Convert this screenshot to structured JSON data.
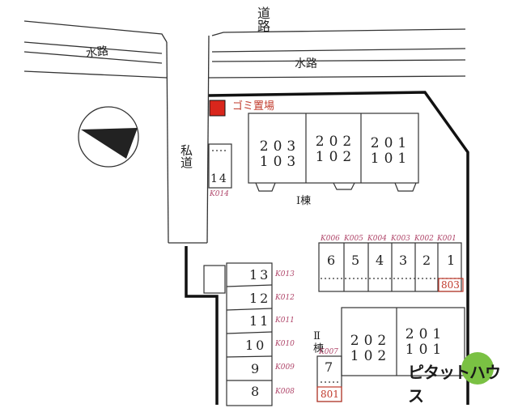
{
  "labels": {
    "road_top": "道路",
    "waterway_left": "水路",
    "waterway_right": "水路",
    "private_road": "私道",
    "garbage": "ゴミ置場",
    "building1": "Ⅰ棟",
    "building2": "Ⅱ棟"
  },
  "building1_rooms": [
    {
      "top": "203",
      "bottom": "103"
    },
    {
      "top": "202",
      "bottom": "102"
    },
    {
      "top": "201",
      "bottom": "101"
    }
  ],
  "building2_rooms": [
    {
      "top": "202",
      "bottom": "102"
    },
    {
      "top": "201",
      "bottom": "101"
    }
  ],
  "parking_top": {
    "spaces": [
      "6",
      "5",
      "4",
      "3",
      "2",
      "1"
    ],
    "codes": [
      "K006",
      "K005",
      "K004",
      "K003",
      "K002",
      "K001"
    ],
    "assigned": "803"
  },
  "parking_left": {
    "spaces": [
      "13",
      "12",
      "11",
      "10",
      "9",
      "8"
    ],
    "codes": [
      "K013",
      "K012",
      "K011",
      "K010",
      "K009",
      "K008"
    ]
  },
  "parking_7": {
    "space": "7",
    "code": "K007",
    "assigned": "801"
  },
  "parking_14": {
    "space": "14",
    "code": "K014"
  },
  "colors": {
    "garbage": "#d9261c",
    "logo_green": "#7ac143",
    "code_ink": "#b0466a"
  },
  "logo": {
    "text": "ピタットハウス"
  }
}
